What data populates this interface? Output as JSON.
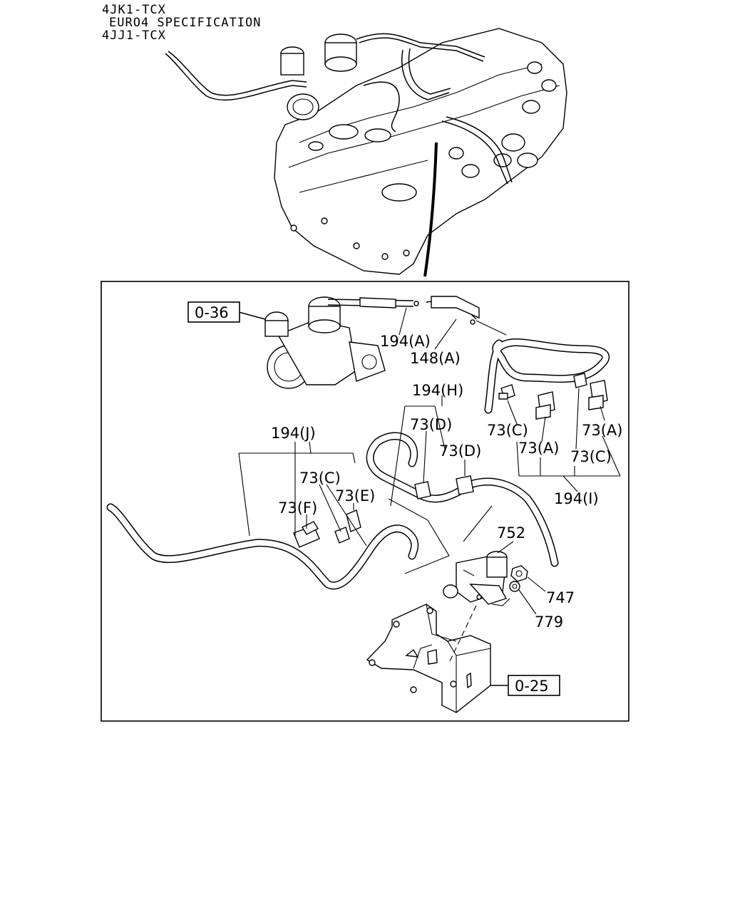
{
  "header": {
    "line1": "4JK1-TCX",
    "line2": "EURO4 SPECIFICATION",
    "line3": "4JJ1-TCX"
  },
  "ref_boxes": {
    "turbo": "0-36",
    "bracket": "0-25"
  },
  "callouts": {
    "hose_194a": "194(A)",
    "pipe_148a": "148(A)",
    "hose_194h": "194(H)",
    "hose_194j": "194(J)",
    "hose_194i": "194(I)",
    "clip_73d_1": "73(D)",
    "clip_73d_2": "73(D)",
    "clip_73c_j": "73(C)",
    "clip_73e": "73(E)",
    "clip_73f": "73(F)",
    "clip_73c_i1": "73(C)",
    "clip_73a_i1": "73(A)",
    "clip_73c_i2": "73(C)",
    "clip_73a_i2": "73(A)",
    "valve_752": "752",
    "nut_747": "747",
    "washer_779": "779"
  }
}
